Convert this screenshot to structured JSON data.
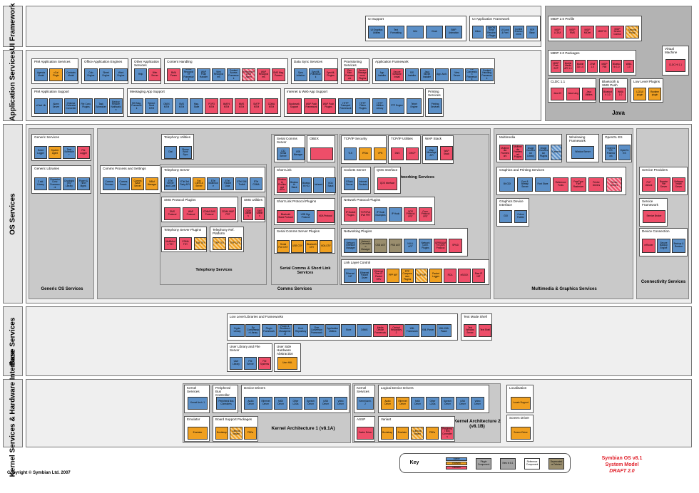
{
  "layers": {
    "ui": "UI Framework",
    "app": "Application Services",
    "os": "OS Services",
    "base": "Base Services",
    "kern": "Kernel Services & Hardware Interface"
  },
  "ui": {
    "ui_support": {
      "title": "UI Support",
      "c": [
        "UI Graphics Utilities",
        "Text Formatting",
        "Grid",
        "Clock",
        "BMP Animation"
      ]
    },
    "ui_app_fw": {
      "title": "UI Application Framework",
      "c": [
        "Uikon",
        "UIKON Error Resolver Plugin",
        "UI Look & Feel",
        "Control Environment",
        "FEP Base"
      ]
    }
  },
  "java": {
    "label": "Java",
    "midp_profile": {
      "title": "MIDP 2.0 Profile",
      "c": [
        "MIDP LCDUI",
        "MIDP RMS",
        "MIDP MIDlet",
        "MIDP ID",
        "MIDP Device Control",
        "Security Policy"
      ]
    },
    "midp_packages": {
      "title": "MIDP 2.0 Packages",
      "c": [
        "MIDP Push SCP",
        "Mobile Media API 1.1",
        "Mobile 3D 1.0",
        "JTWI 1.0",
        "MIDP PIM",
        "Bluetooth 1.0",
        "WMA 1.0"
      ]
    },
    "vm": {
      "title": "Virtual Machine",
      "c": [
        "CLDC HI 1.1"
      ]
    },
    "cldc": {
      "title": "CLDC 1.1",
      "c": [
        "Java IO",
        "Java Lang",
        "Java Utilities"
      ]
    },
    "bt": {
      "title": "Bluetooth & SMS Push",
      "c": [
        "Bluetooth 1.0",
        "WMA 1.0"
      ]
    },
    "ll": {
      "title": "Low Level Plugins",
      "c": [
        "LCDUI plugin",
        "Runtime plugin"
      ]
    }
  },
  "app": {
    "pim_app": {
      "title": "PIM Application Services",
      "c": [
        "Agenda Model",
        "vCal Plugin",
        "Contacts Model"
      ]
    },
    "office": {
      "title": "Office Application Engines",
      "c": [
        "Calc Engine",
        "Sheet Engine",
        "Word Engine"
      ]
    },
    "other": {
      "title": "Other Application Services",
      "c": [
        "Help",
        "Web Server"
      ]
    },
    "content": {
      "title": "Content Handling",
      "c": [
        "BMA Parser",
        "MIME Recognizer Framework",
        "WAP Push Handler",
        "Web Recognizers",
        "Content Access Framework",
        "Reference DRM Agent",
        "WAP Recognizers",
        "SMS Msg. Parsers"
      ]
    },
    "datasync": {
      "title": "Data Sync Services",
      "c": [
        "Sync Initiation",
        "SyncML Framework",
        "SyncML Plugins"
      ]
    },
    "prov": {
      "title": "Provisioning Services",
      "c": [
        "Dev Man Framework",
        "Device Management Plugins"
      ]
    },
    "appfw": {
      "title": "Application Framework",
      "c": [
        "App Installer",
        "Secure Software Install",
        "SIS Installer",
        "Java MIDlet Installer",
        "App. Arch.",
        "View Server",
        "File Conversion Framework",
        "Content Handling Framework"
      ]
    },
    "pim_sup": {
      "title": "PIM Application Support",
      "c": [
        "vCard Lib",
        "Alarm Server",
        "Chinese Calendar Converter",
        "File Conv. Plugins",
        "Task Scheduler",
        "Backup Restore Notification"
      ]
    },
    "msg": {
      "title": "Messaging App Support",
      "c": [
        "SIS Msg. Framework",
        "Sched. Send MTM",
        "OBEX MTM",
        "SMS MTM",
        "Msg. Store",
        "POP3 MTM",
        "IMAP4 MTM",
        "MMS MTM",
        "SMTP MTM",
        "CDMA MTM"
      ]
    },
    "inet": {
      "title": "Internet & Web App Support",
      "c": [
        "Bookmark Support",
        "WAP Push Framework",
        "WAP Push Plugins",
        "HTTP Transport Framework",
        "HTTP Filters Plugins",
        "HTTP Utilities Library",
        "FTP Engine",
        "Telnet Engine"
      ]
    },
    "print": {
      "title": "Printing Services",
      "c": [
        "Printing Services"
      ]
    }
  },
  "os": {
    "generic": {
      "label": "Generic OS Services",
      "services": {
        "title": "Generic Services",
        "c": [
          "Event Logger",
          "System Agent",
          "Task Scheduler",
          "File Logger"
        ]
      },
      "libs": {
        "title": "Generic Libraries",
        "c": [
          "C std. Library",
          "Character Conv. Framework",
          "Cryptography Library",
          "Power & Timer Mgmt."
        ]
      }
    },
    "comms": {
      "label": "Comms Services",
      "cps": {
        "title": "Comms Process and Settings",
        "c": [
          "Comms Process",
          "Comms Frmwk.",
          "Comms Base Server",
          "MBuf Manager"
        ]
      },
      "tel_util": {
        "title": "Telephony Utilities",
        "c": [
          "Dial",
          "Phone Book Sync"
        ]
      },
      "tel_srv": {
        "title": "Telephony Server",
        "c": [
          "ETel Server and Core",
          "ETel 3rd Party API",
          "Fax Client & Server",
          "ETel Multimode",
          "ETel Packet Data",
          "ETel SIM Toolkit",
          "ETel CDMA"
        ]
      },
      "sms_proto": {
        "title": "SMS Protocol Plugins",
        "c": [
          "SMS Protocol",
          "WAP Protocol",
          "CDMA SMS Protocol",
          "CDMA WAP PRT"
        ]
      },
      "sms_util": {
        "title": "SMS Utilities",
        "c": [
          "GSM Utilities",
          "SMS Utilities"
        ]
      },
      "tsy": {
        "title": "Telephony Server Plugins",
        "c": [
          "MultiMode TSY",
          "CDMA TSY",
          "SIM TSY"
        ]
      },
      "ref": {
        "title": "Telephony Ref. Platform",
        "c": [
          "TRP TSY",
          "TRP CSY"
        ]
      },
      "telephony_label": "Telephony Services",
      "serial": {
        "title": "Serial Comms Server",
        "c": [
          "C32 Serial Server",
          "USB Manager",
          "OBEX Protocol"
        ]
      },
      "obex": {
        "title": "OBEX"
      },
      "shortlink": {
        "title": "Short Link",
        "c": [
          "Bluetooth Profiles and APIs",
          "Bluetooth Stack",
          "Bluetooth HCI",
          "Infrared",
          "IrDA Stack"
        ]
      },
      "sl_proto": {
        "title": "Short Link Protocol Plugins",
        "c": [
          "Bluetooth Stack Protocol",
          "USB Mgr. Protocol",
          "IrDA Protocol"
        ]
      },
      "sc_plug": {
        "title": "Serial Comms Server Plugins",
        "c": [
          "Serial Port CSY",
          "USB CSY",
          "Bluetooth CSY",
          "IrDA CSY"
        ]
      },
      "sc_label": "Serial Comms & Short Link Services",
      "tcp_sec": {
        "title": "TCP/IP Security",
        "c": [
          "TLS",
          "IPSec",
          "VPN"
        ]
      },
      "tcp_util": {
        "title": "TCP/IP Utilities",
        "c": [
          "DNS",
          "DHCP"
        ]
      },
      "wap": {
        "title": "WAP Stack",
        "c": [
          "Wap Message API",
          "WAP Stack"
        ]
      },
      "sockets": {
        "title": "Sockets Server",
        "c": [
          "ESock Server",
          "Internet Sockets"
        ]
      },
      "qos": {
        "title": "QOS Interface",
        "c": [
          "QOS Interface"
        ]
      },
      "net_label": "Networking Services",
      "net_proto": {
        "title": "Network Protocol Plugins",
        "c": [
          "IP Socket Plugins",
          "TCP/IPv4 IPv6 PRT",
          "IP Hook Examples",
          "IP Hook",
          "QOS Protocol PRT",
          "Conn. Protocol PRT"
        ]
      },
      "net_plug": {
        "title": "Networking Plugins",
        "c": [
          "Network Interface Manager",
          "Network Connection Manager",
          "CSD AGT",
          "PSD AGT",
          "NULL AGT",
          "Network Conn. Plugins",
          "GPRS/UMTS QOS Protocol",
          "SPUD"
        ]
      },
      "llc": {
        "title": "Link Layer Control",
        "c": [
          "Ethernet NIF",
          "Ethernet Packet Driver",
          "Ethernet Over IP Packet DRV",
          "PPP NIF",
          "PPP Compression Plugins",
          "SLIP NIF",
          "Packet Logger",
          "RCA",
          "eSOCK",
          "Raw IP NIF"
        ]
      }
    },
    "mm": {
      "label": "Multimedia & Graphics Services",
      "multimedia": {
        "title": "Multimedia",
        "c": [
          "Multimedia Framework",
          "Multimedia Framework Plugins",
          "Image Conversion Library",
          "Image Conversion Plugins",
          "Camera"
        ]
      },
      "win": {
        "title": "Windowing Framework",
        "c": [
          "Window Server"
        ]
      },
      "gl": {
        "title": "OpenGL ES",
        "c": [
          "OpenGL ES Framework",
          "OpenGL ES"
        ]
      },
      "gp": {
        "title": "Graphics and Printing Services",
        "c": [
          "Bit GDI",
          "Font & Bitmap Server",
          "Font Store",
          "Reference Fonts",
          "FreeType Font Rasterizer",
          "Printer Drivers",
          "Printer Drivers"
        ]
      },
      "gdi": {
        "title": "Graphics Device Interface",
        "c": [
          "GDI",
          "Colour Palette"
        ]
      }
    },
    "conn": {
      "label": "Connectivity Services",
      "prov": {
        "title": "Service Providers",
        "c": [
          "PLP Variant",
          "Remote File Server",
          "Software Install Server"
        ]
      },
      "fw": {
        "title": "Service Framework",
        "c": [
          "Service Broker"
        ]
      },
      "dc": {
        "title": "Device Connection",
        "c": [
          "mRouter",
          "Secure Backup Engine",
          "Backup & Restore"
        ]
      }
    }
  },
  "base": {
    "ll": {
      "title": "Low Level Libraries and Frameworks",
      "c": [
        "Crypto Library",
        "Zip Compression Library",
        "Plugin Framework",
        "Power & Shutdown Management",
        "Cent. Repository",
        "Char. Conversion Framework",
        "Application Utilities",
        "Store",
        "DBMS",
        "Media Device Framework",
        "Central Repository 2",
        "XML Framework",
        "XML Parser",
        "XML/VML Parser"
      ]
    },
    "tms": {
      "title": "Text Mode Shell",
      "c": [
        "Text Window Server",
        "Text Shell"
      ]
    },
    "ulf": {
      "title": "User Library and File Server",
      "c": [
        "User Library",
        "File Server",
        "File Systems"
      ]
    },
    "ush": {
      "title": "User Side Hardware Abstraction",
      "c": [
        "User HAL"
      ]
    }
  },
  "kern": {
    "k1": {
      "label": "Kernel Architecture 1 (v8.1A)",
      "ks": {
        "title": "Kernel Services",
        "c": [
          "Kernel Arch. 1"
        ]
      },
      "pbc": {
        "title": "Peripheral Bus Controller",
        "c": [
          "Peripheral Bus Controllers"
        ]
      },
      "dd": {
        "title": "Device Drivers",
        "c": [
          "Audio Driver",
          "Ethernet Driver",
          "MIDI Driver",
          "Other LDDs",
          "Speech Driver",
          "USB Driver",
          "Video Driver"
        ]
      },
      "em": {
        "title": "Emulator",
        "c": [
          "Emulator"
        ]
      },
      "bsp": {
        "title": "Board Support Packages",
        "c": [
          "Bootstrap",
          "Lubbock Variant",
          "PDDs"
        ]
      }
    },
    "k2": {
      "label": "Kernel Architecture 2 (v8.1B)",
      "ks": {
        "title": "Kernel Services",
        "c": [
          "Kernel Arch. 2"
        ]
      },
      "ldd": {
        "title": "Logical Device Drivers",
        "c": [
          "Audio Driver",
          "Ethernet Driver",
          "MIDI Driver",
          "Other LDDs",
          "Speech Driver",
          "USB Driver",
          "Video Driver"
        ]
      },
      "assp": {
        "title": "ASSP",
        "c": [
          "Cache Driver"
        ]
      },
      "var": {
        "title": "Variant",
        "c": [
          "Bootstrap",
          "Emulator",
          "Lubbock Variant",
          "PDDs",
          "Peripheral Bus Controllers"
        ]
      }
    },
    "loc": {
      "title": "Localisation",
      "c": [
        "Locale Support"
      ]
    },
    "scr": {
      "title": "Screen Driver",
      "c": [
        "Screen Driver"
      ]
    }
  },
  "key": {
    "label": "Key",
    "c": [
      "Stable",
      "Evolved",
      "Needed",
      "Plugin Component",
      "New in 8.1",
      "Reference Component",
      "Deprecated or Deleted"
    ]
  },
  "footer": {
    "version": "Symbian OS v8.1",
    "model": "System Model",
    "draft": "DRAFT 2.0",
    "copyright": "Copyright © Symbian Ltd. 2007"
  },
  "colors": {
    "stable": "#5b8fc7",
    "evolved": "#f0a020",
    "needed": "#ee4e69",
    "layer": "#e6e6e6",
    "group": "#c9c9c9"
  }
}
